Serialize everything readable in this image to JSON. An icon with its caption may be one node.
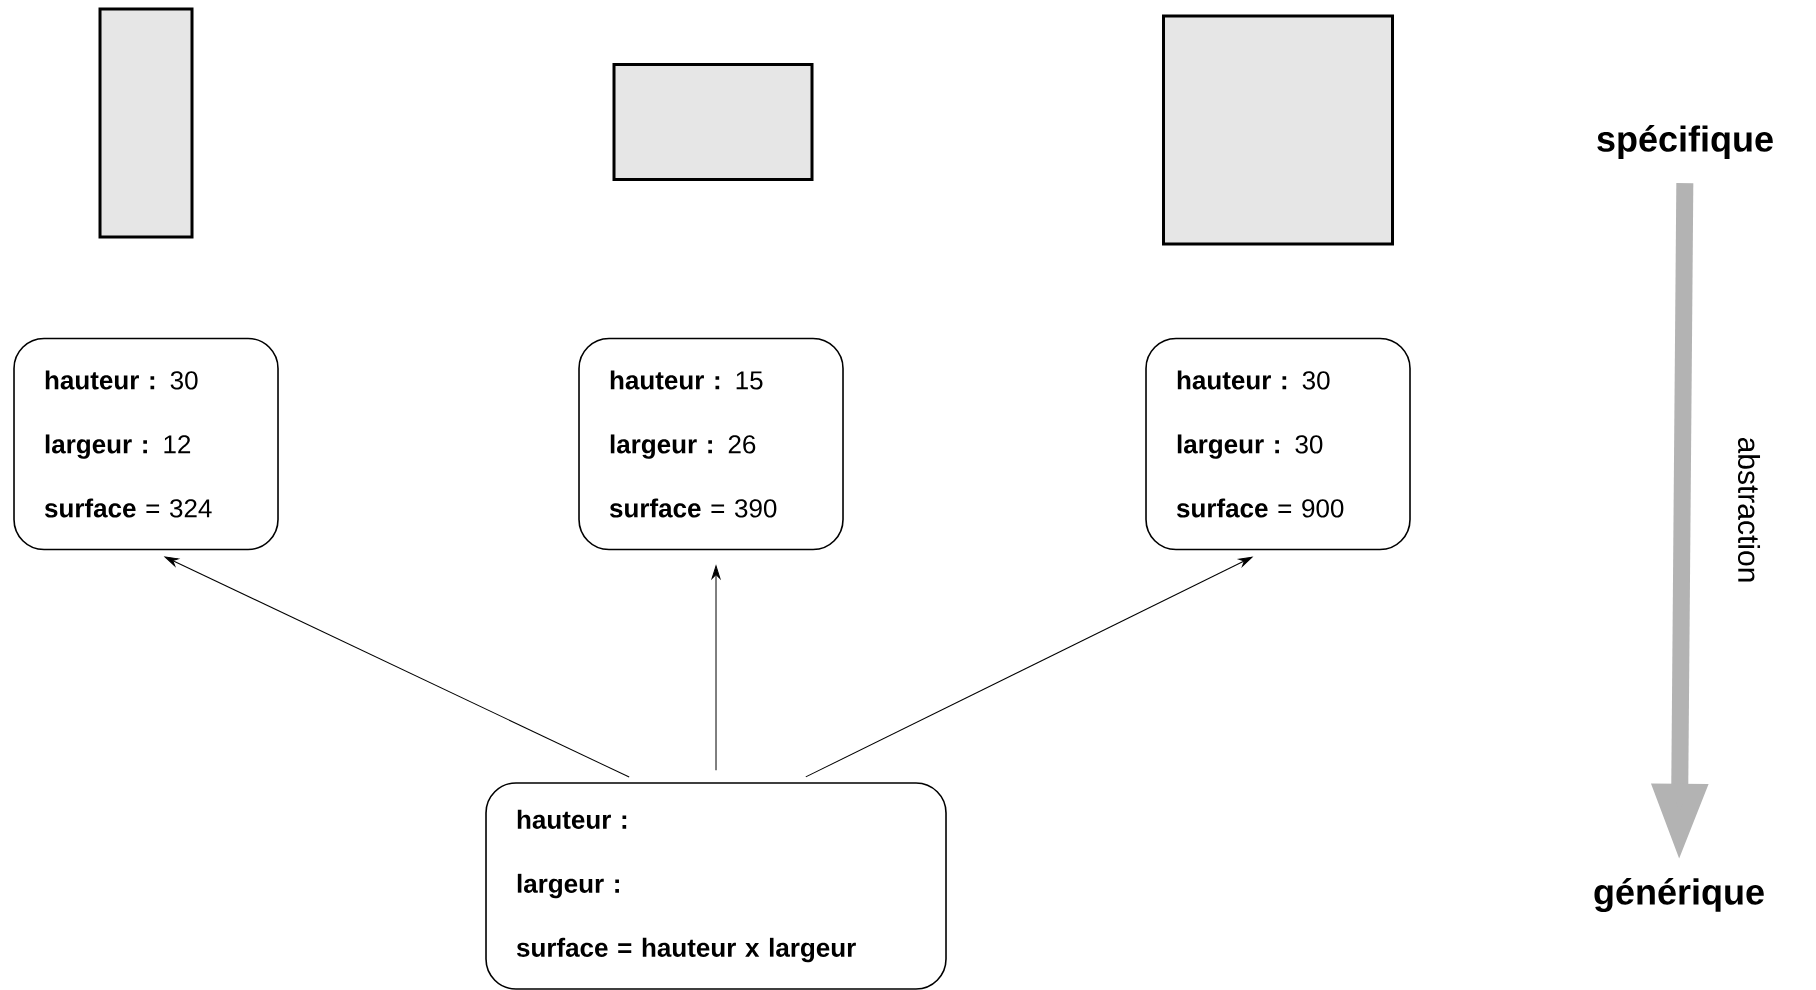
{
  "diagram": {
    "nodes": [
      {
        "text": [],
        "shape": "box"
      },
      {
        "text": [],
        "shape": "box"
      },
      {
        "text": [],
        "shape": "box"
      },
      {
        "text": [
          "**hauteur :** 30",
          "**largeur :** 12",
          "**surface** = 324"
        ]
      },
      {
        "text": [
          "**hauteur :** 15",
          "**largeur :** 26",
          "**surface** = 390"
        ]
      },
      {
        "text": [
          "**hauteur :** 30",
          "**largeur :** 30",
          "**surface** = 900"
        ]
      },
      {
        "text": [
          "hauteur :",
          "largeur :",
          "surface = hauteur x largeur"
        ]
      },
      {
        "text": [
          "spécifique"
        ]
      },
      {
        "text": [
          "générique"
        ]
      }
    ],
    "edges": [
      {
        "from": 6,
        "to": 3,
        "arrow": "to"
      },
      {
        "from": 6,
        "to": 4,
        "arrow": "to"
      },
      {
        "from": 6,
        "to": 5,
        "arrow": "to"
      },
      {
        "from": 7,
        "to": 8,
        "arrow": "to",
        "label": "abstraction",
        "style": "thick",
        "color": "#b3b3b3"
      }
    ]
  }
}
